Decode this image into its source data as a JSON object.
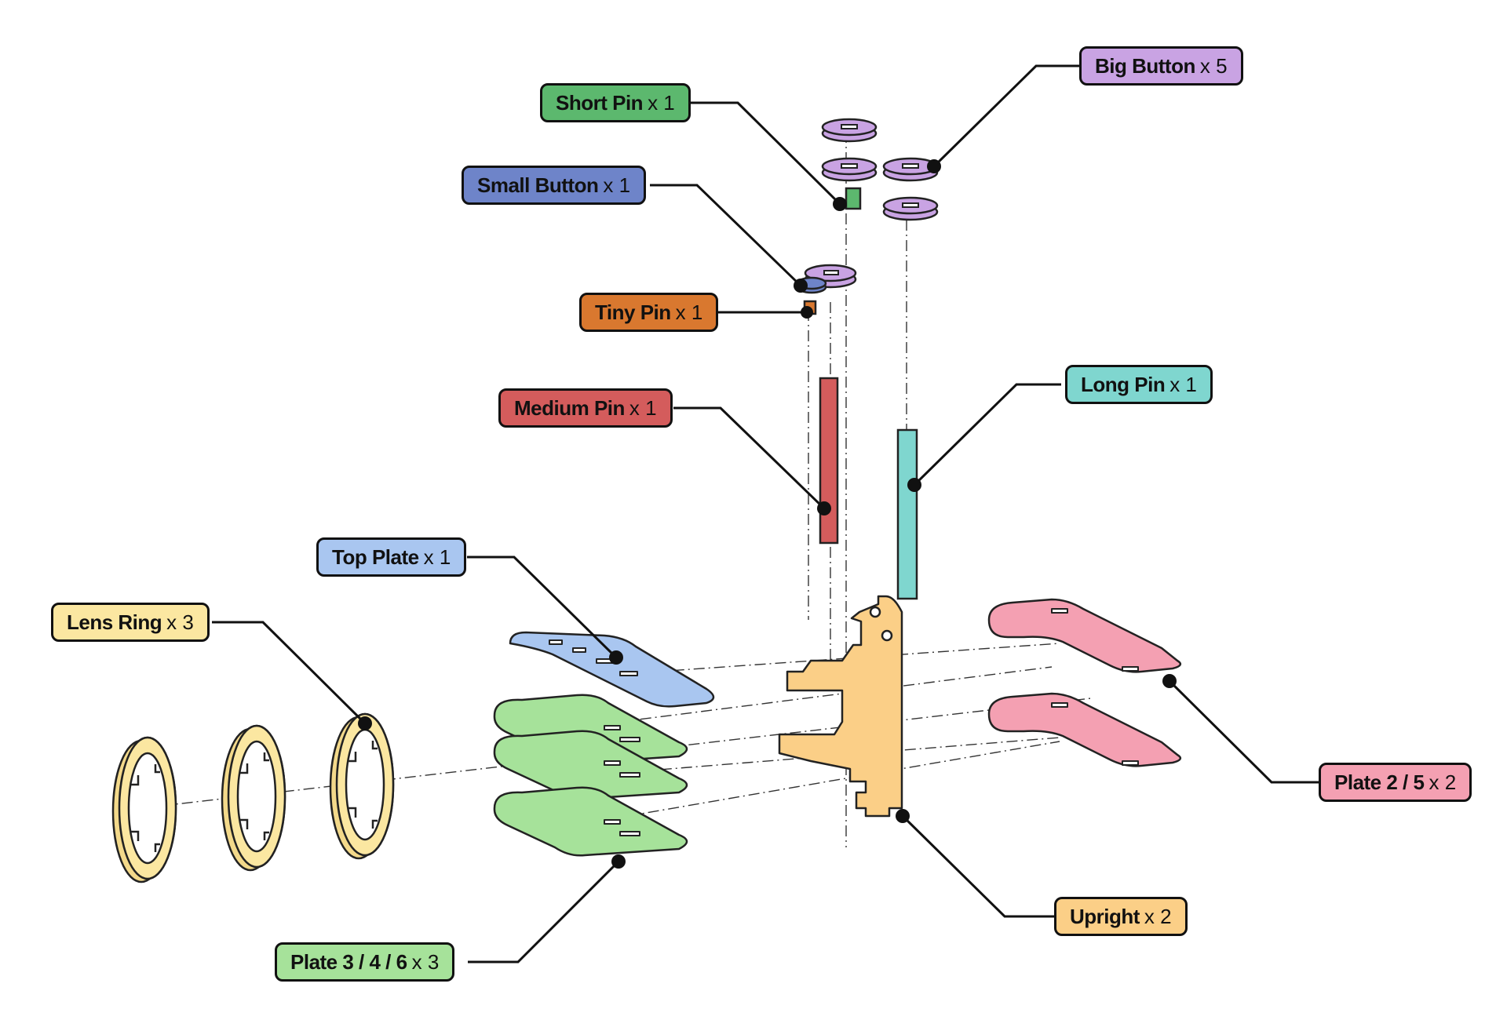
{
  "parts": [
    {
      "key": "big-button",
      "name": "Big Button",
      "qty": "x 5",
      "color": "#c9a3e3"
    },
    {
      "key": "short-pin",
      "name": "Short Pin",
      "qty": "x 1",
      "color": "#5cb86e"
    },
    {
      "key": "small-button",
      "name": "Small Button",
      "qty": "x 1",
      "color": "#6e84c9"
    },
    {
      "key": "tiny-pin",
      "name": "Tiny Pin",
      "qty": "x 1",
      "color": "#d9782f"
    },
    {
      "key": "medium-pin",
      "name": "Medium Pin",
      "qty": "x 1",
      "color": "#d45c5c"
    },
    {
      "key": "long-pin",
      "name": "Long Pin",
      "qty": "x 1",
      "color": "#7fd6cf"
    },
    {
      "key": "top-plate",
      "name": "Top Plate",
      "qty": "x 1",
      "color": "#a9c6f0"
    },
    {
      "key": "lens-ring",
      "name": "Lens Ring",
      "qty": "x 3",
      "color": "#fbe7a1"
    },
    {
      "key": "plate-2-5",
      "name": "Plate 2 / 5",
      "qty": "x 2",
      "color": "#f4a0b2"
    },
    {
      "key": "upright",
      "name": "Upright",
      "qty": "x 2",
      "color": "#fbcf87"
    },
    {
      "key": "plate-3-4-6",
      "name": "Plate 3 / 4 / 6",
      "qty": "x 3",
      "color": "#a6e29a"
    }
  ]
}
